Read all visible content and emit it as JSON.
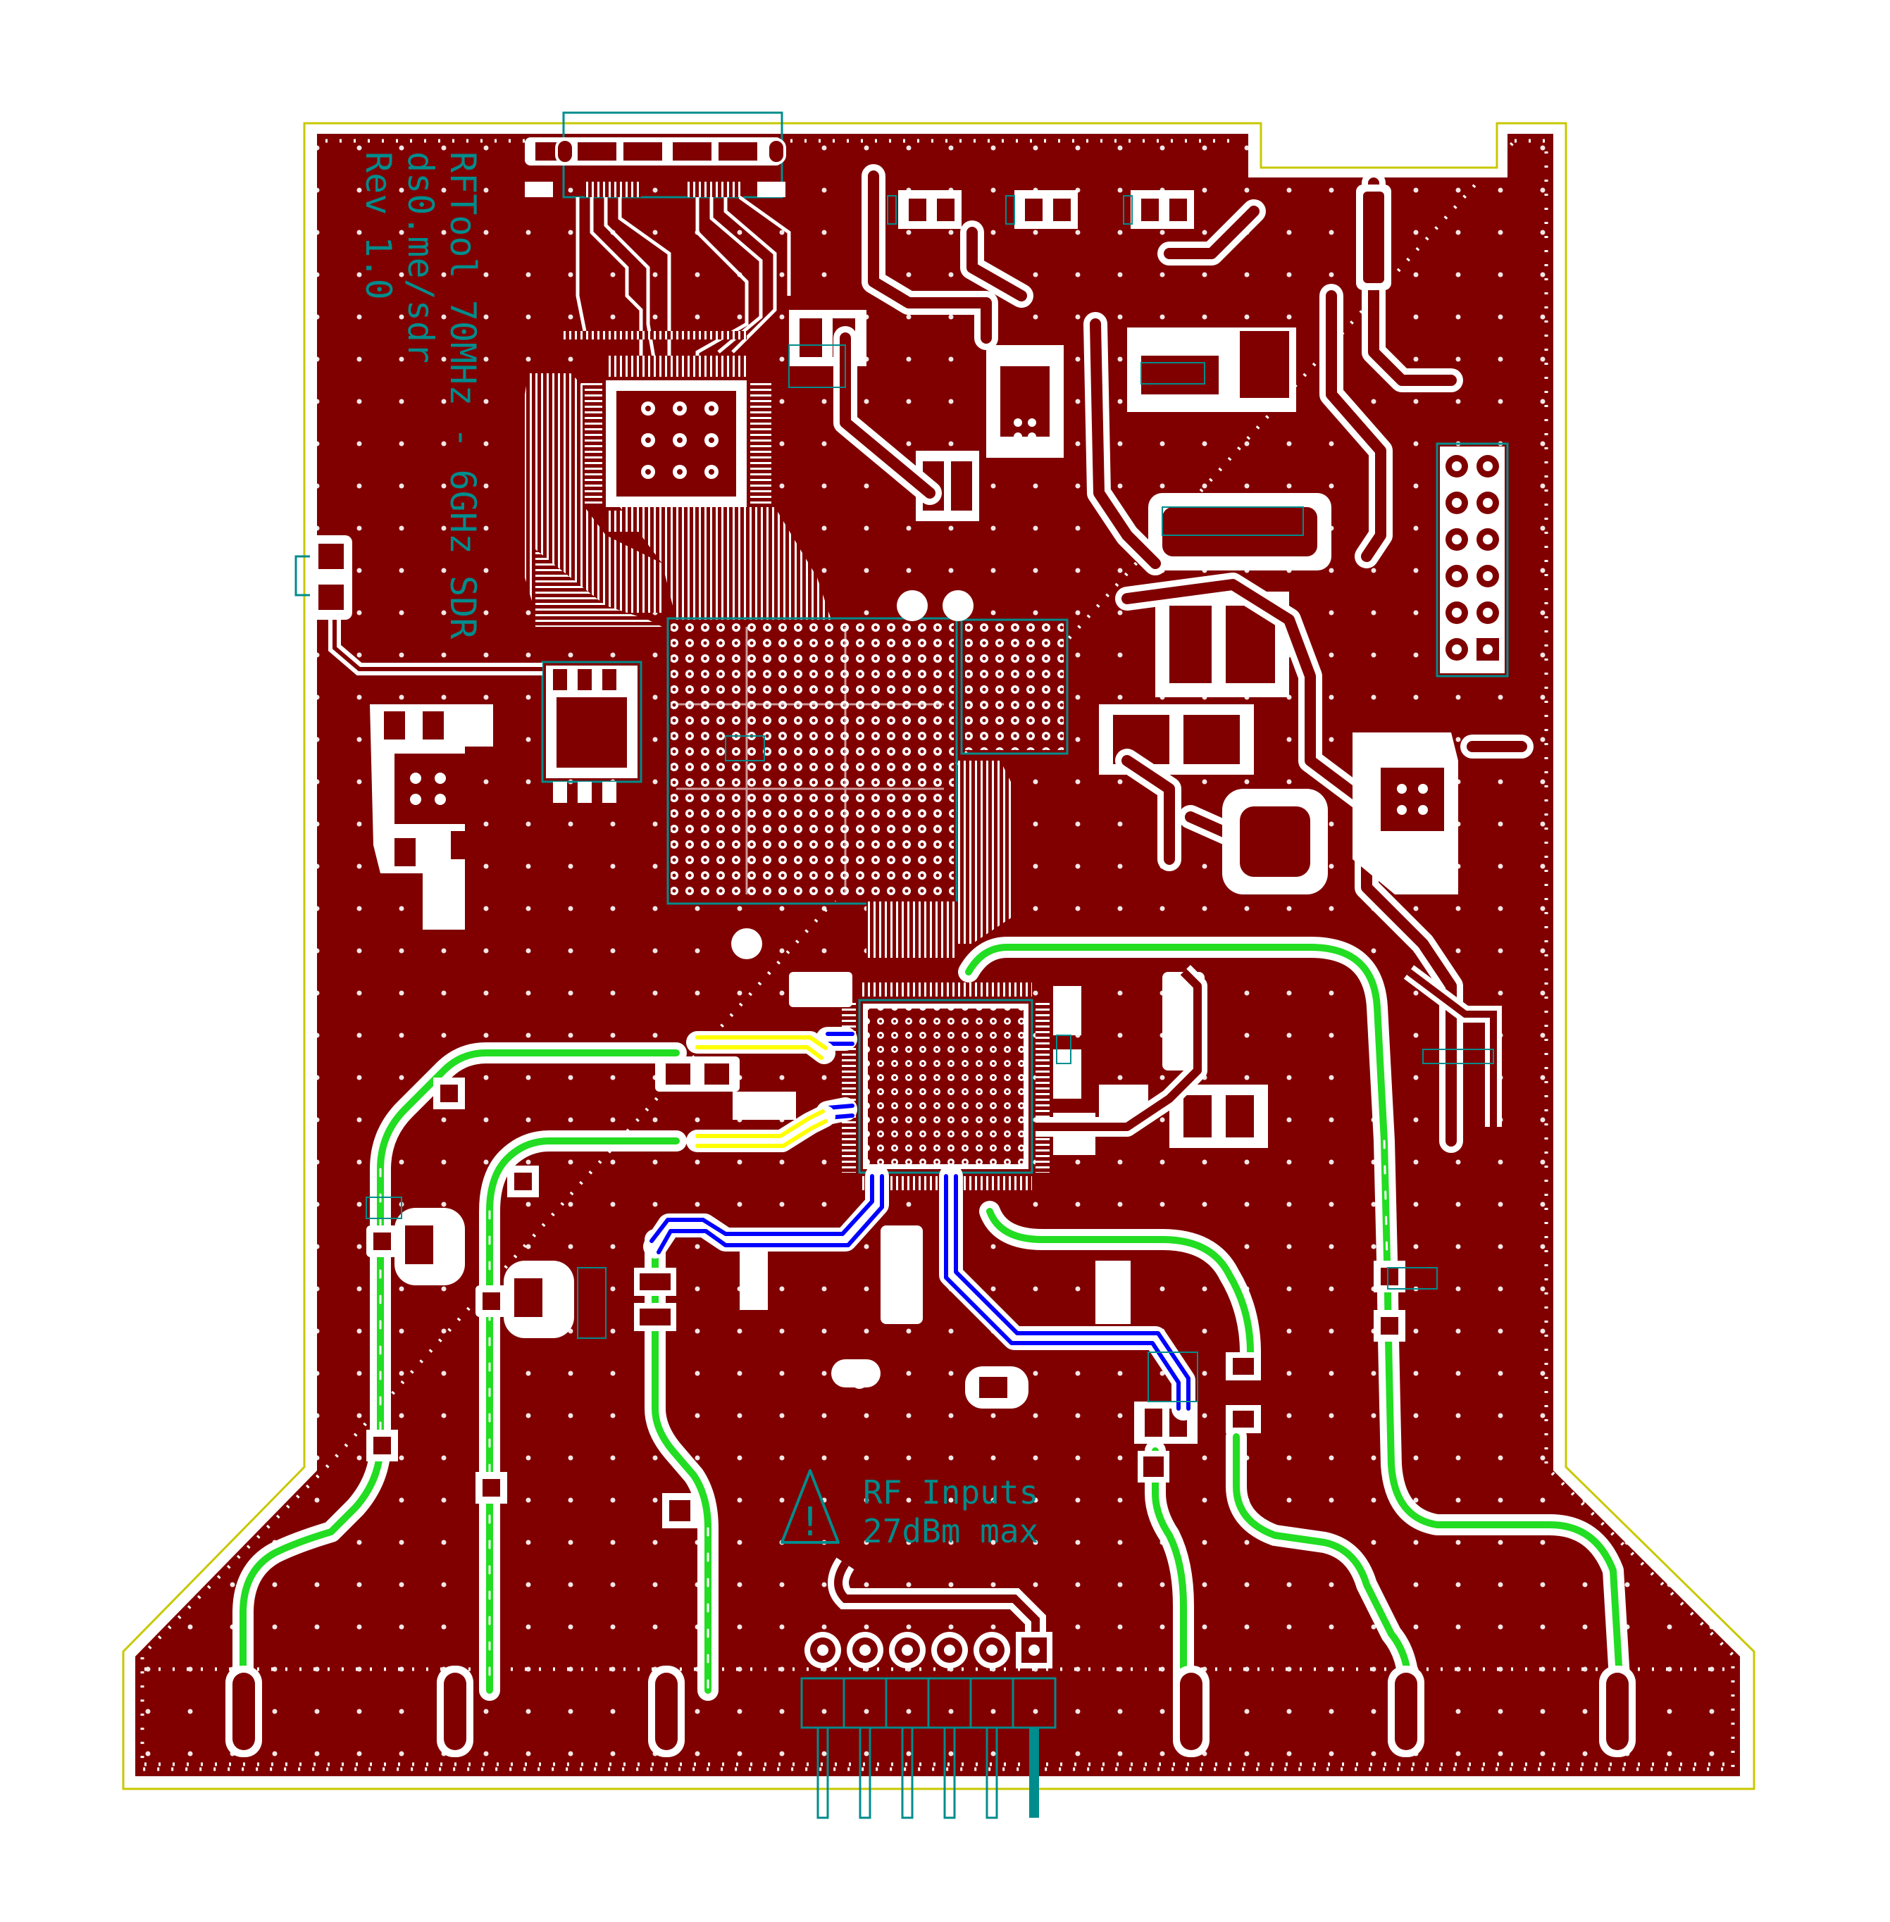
{
  "board": {
    "silkscreen_title_lines": [
      "RFTool 70MHz - 6GHz SDR",
      "ds0.me/sdr",
      "Rev 1.0"
    ],
    "warning_lines": [
      "RF Inputs",
      "27dBm max"
    ],
    "warning_glyph": "!",
    "colors": {
      "copper": "#800000",
      "clearance": "#ffffff",
      "silkscreen": "#008c8c",
      "outline": "#c8c800",
      "rf_trace": "#22dd22",
      "diff_pair_inner": "#0000ff",
      "diff_pair_outer": "#ffff00"
    },
    "icons": {
      "warning": "warning-triangle-icon"
    }
  }
}
